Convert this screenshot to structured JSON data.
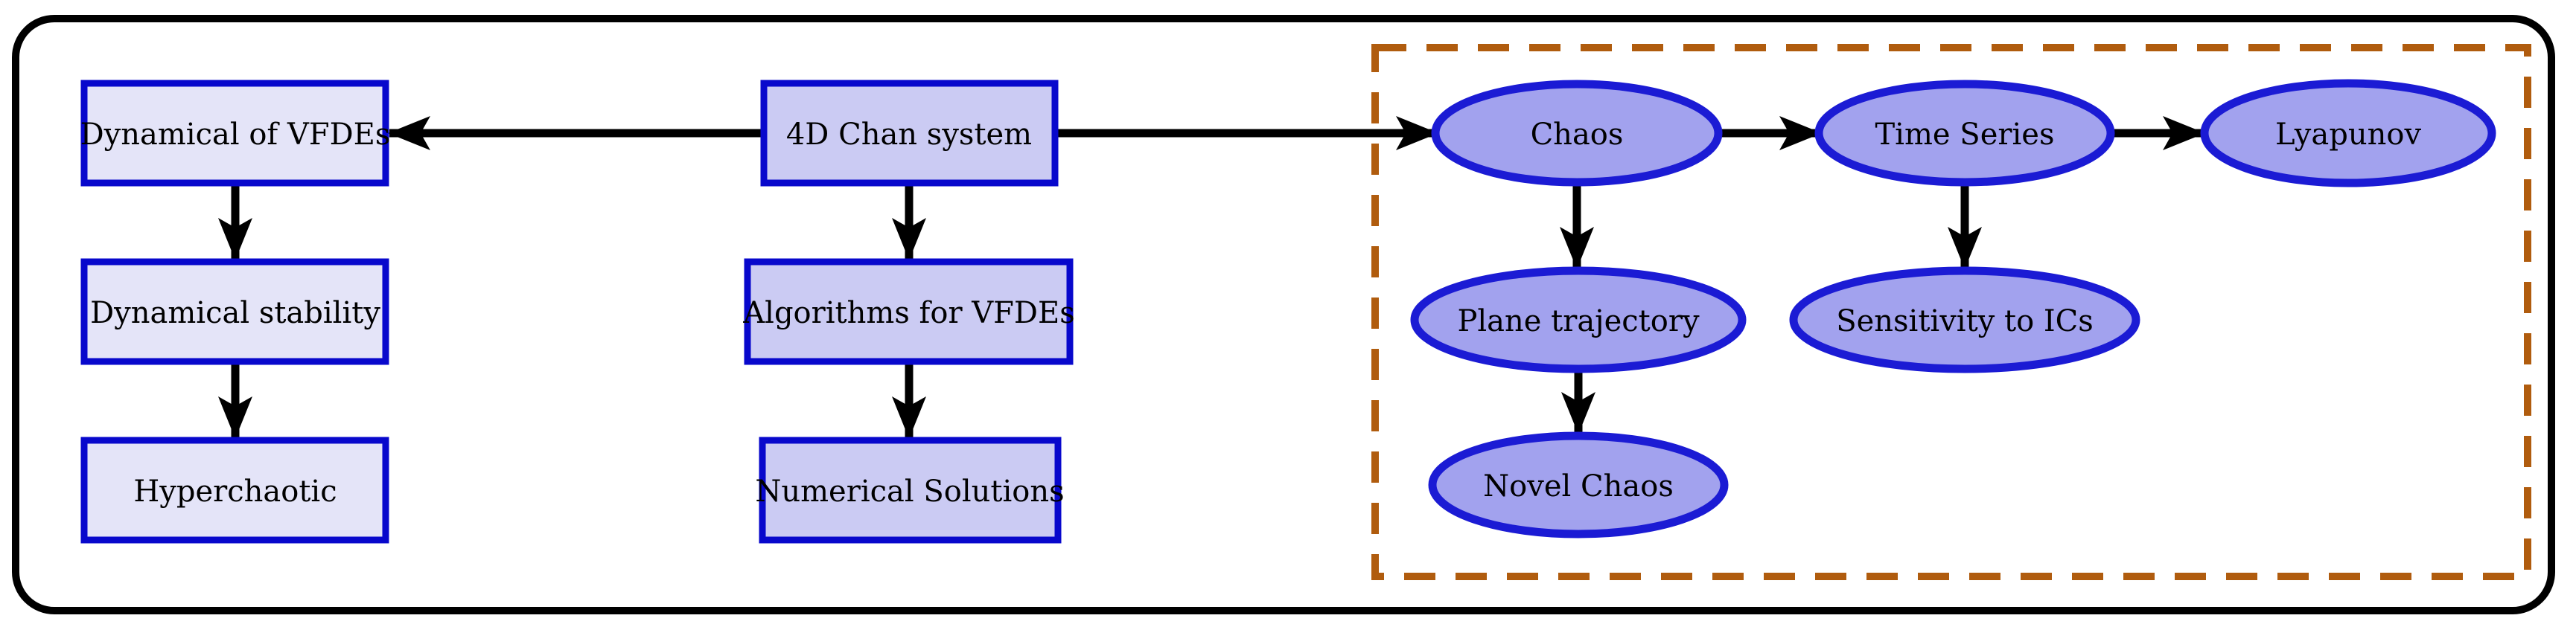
{
  "diagram": {
    "colors": {
      "background": "#ffffff",
      "outer_border": "#000000",
      "group_border": "#b05c0e",
      "arrow": "#000000",
      "rect_border": "#0808cc",
      "ellipse_border": "#1b1bd4",
      "left_box_fill": "#e4e4f8",
      "middle_box_fill": "#cbcbf3",
      "ellipse_fill": "#a2a2ee",
      "text": "#000000"
    },
    "nodes": {
      "dynamical_of_vfdes": {
        "label": "Dynamical of VFDEs",
        "shape": "rectangle"
      },
      "dynamical_stability": {
        "label": "Dynamical stability",
        "shape": "rectangle"
      },
      "hyperchaotic": {
        "label": "Hyperchaotic",
        "shape": "rectangle"
      },
      "chan_system": {
        "label": "4D Chan system",
        "shape": "rectangle"
      },
      "algorithms_for_vfdes": {
        "label": "Algorithms for VFDEs",
        "shape": "rectangle"
      },
      "numerical_solutions": {
        "label": "Numerical Solutions",
        "shape": "rectangle"
      },
      "chaos": {
        "label": "Chaos",
        "shape": "ellipse"
      },
      "time_series": {
        "label": "Time Series",
        "shape": "ellipse"
      },
      "lyapunov": {
        "label": "Lyapunov",
        "shape": "ellipse"
      },
      "plane_trajectory": {
        "label": "Plane trajectory",
        "shape": "ellipse"
      },
      "sensitivity_to_ics": {
        "label": "Sensitivity to ICs",
        "shape": "ellipse"
      },
      "novel_chaos": {
        "label": "Novel Chaos",
        "shape": "ellipse"
      }
    },
    "edges": [
      {
        "from": "4D Chan system",
        "to": "Dynamical of VFDEs"
      },
      {
        "from": "4D Chan system",
        "to": "Chaos"
      },
      {
        "from": "Dynamical of VFDEs",
        "to": "Dynamical stability"
      },
      {
        "from": "Dynamical stability",
        "to": "Hyperchaotic"
      },
      {
        "from": "4D Chan system",
        "to": "Algorithms for VFDEs"
      },
      {
        "from": "Algorithms for VFDEs",
        "to": "Numerical Solutions"
      },
      {
        "from": "Chaos",
        "to": "Time Series"
      },
      {
        "from": "Time Series",
        "to": "Lyapunov"
      },
      {
        "from": "Chaos",
        "to": "Plane trajectory"
      },
      {
        "from": "Plane trajectory",
        "to": "Novel Chaos"
      },
      {
        "from": "Time Series",
        "to": "Sensitivity to ICs"
      }
    ],
    "group": {
      "style": "dashed",
      "contains": [
        "Chaos",
        "Time Series",
        "Lyapunov",
        "Plane trajectory",
        "Sensitivity to ICs",
        "Novel Chaos"
      ]
    }
  }
}
